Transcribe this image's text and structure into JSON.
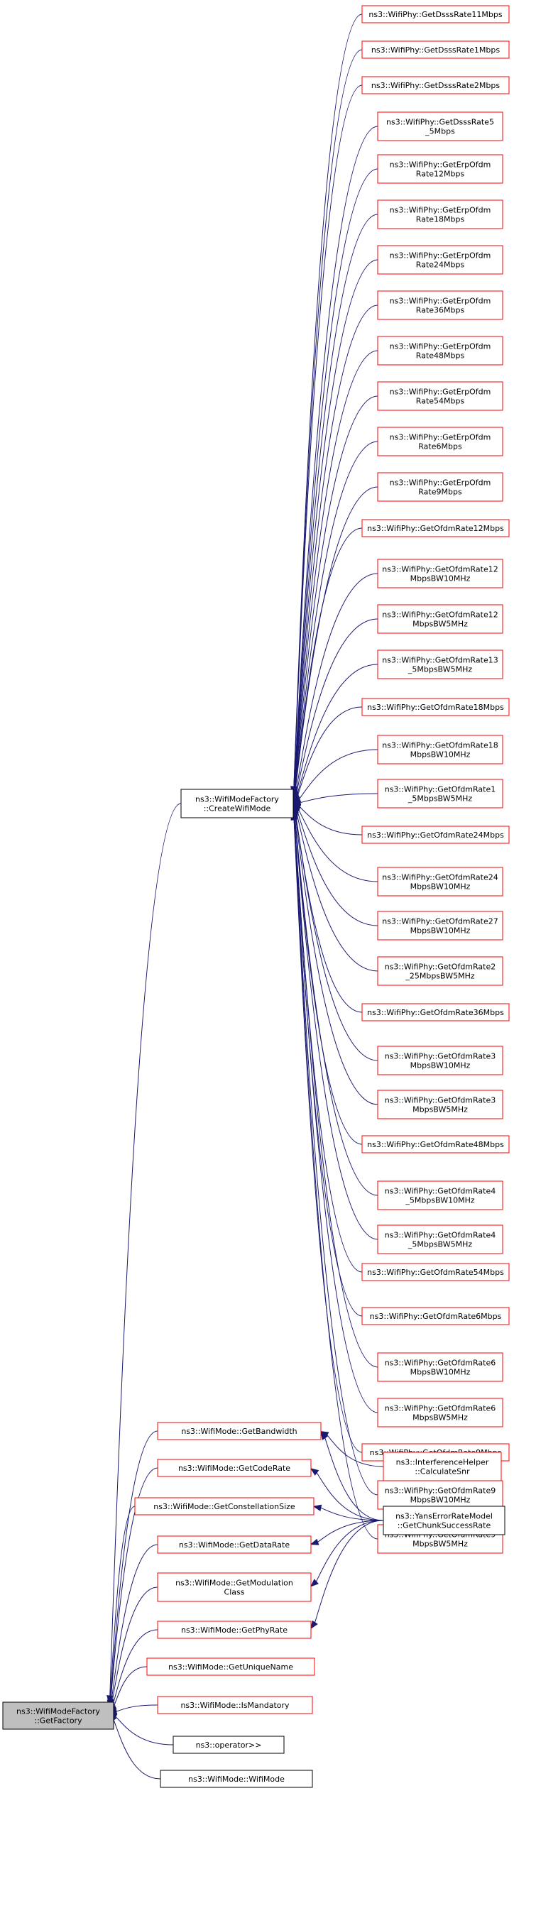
{
  "diagram": {
    "nodes": [
      {
        "id": "create",
        "lines": [
          "ns3::WifiModeFactory",
          "::CreateWifiMode"
        ],
        "style": "black"
      },
      {
        "id": "getfactory",
        "lines": [
          "ns3::WifiModeFactory",
          "::GetFactory"
        ],
        "style": "focus"
      },
      {
        "id": "r1",
        "lines": [
          "ns3::WifiPhy::GetDsssRate11Mbps"
        ],
        "style": "red"
      },
      {
        "id": "r2",
        "lines": [
          "ns3::WifiPhy::GetDsssRate1Mbps"
        ],
        "style": "red"
      },
      {
        "id": "r3",
        "lines": [
          "ns3::WifiPhy::GetDsssRate2Mbps"
        ],
        "style": "red"
      },
      {
        "id": "r4",
        "lines": [
          "ns3::WifiPhy::GetDsssRate5",
          "_5Mbps"
        ],
        "style": "red"
      },
      {
        "id": "r5",
        "lines": [
          "ns3::WifiPhy::GetErpOfdm",
          "Rate12Mbps"
        ],
        "style": "red"
      },
      {
        "id": "r6",
        "lines": [
          "ns3::WifiPhy::GetErpOfdm",
          "Rate18Mbps"
        ],
        "style": "red"
      },
      {
        "id": "r7",
        "lines": [
          "ns3::WifiPhy::GetErpOfdm",
          "Rate24Mbps"
        ],
        "style": "red"
      },
      {
        "id": "r8",
        "lines": [
          "ns3::WifiPhy::GetErpOfdm",
          "Rate36Mbps"
        ],
        "style": "red"
      },
      {
        "id": "r9",
        "lines": [
          "ns3::WifiPhy::GetErpOfdm",
          "Rate48Mbps"
        ],
        "style": "red"
      },
      {
        "id": "r10",
        "lines": [
          "ns3::WifiPhy::GetErpOfdm",
          "Rate54Mbps"
        ],
        "style": "red"
      },
      {
        "id": "r11",
        "lines": [
          "ns3::WifiPhy::GetErpOfdm",
          "Rate6Mbps"
        ],
        "style": "red"
      },
      {
        "id": "r12",
        "lines": [
          "ns3::WifiPhy::GetErpOfdm",
          "Rate9Mbps"
        ],
        "style": "red"
      },
      {
        "id": "r13",
        "lines": [
          "ns3::WifiPhy::GetOfdmRate12Mbps"
        ],
        "style": "red"
      },
      {
        "id": "r14",
        "lines": [
          "ns3::WifiPhy::GetOfdmRate12",
          "MbpsBW10MHz"
        ],
        "style": "red"
      },
      {
        "id": "r15",
        "lines": [
          "ns3::WifiPhy::GetOfdmRate12",
          "MbpsBW5MHz"
        ],
        "style": "red"
      },
      {
        "id": "r16",
        "lines": [
          "ns3::WifiPhy::GetOfdmRate13",
          "_5MbpsBW5MHz"
        ],
        "style": "red"
      },
      {
        "id": "r17",
        "lines": [
          "ns3::WifiPhy::GetOfdmRate18Mbps"
        ],
        "style": "red"
      },
      {
        "id": "r18",
        "lines": [
          "ns3::WifiPhy::GetOfdmRate18",
          "MbpsBW10MHz"
        ],
        "style": "red"
      },
      {
        "id": "r19",
        "lines": [
          "ns3::WifiPhy::GetOfdmRate1",
          "_5MbpsBW5MHz"
        ],
        "style": "red"
      },
      {
        "id": "r20",
        "lines": [
          "ns3::WifiPhy::GetOfdmRate24Mbps"
        ],
        "style": "red"
      },
      {
        "id": "r21",
        "lines": [
          "ns3::WifiPhy::GetOfdmRate24",
          "MbpsBW10MHz"
        ],
        "style": "red"
      },
      {
        "id": "r22",
        "lines": [
          "ns3::WifiPhy::GetOfdmRate27",
          "MbpsBW10MHz"
        ],
        "style": "red"
      },
      {
        "id": "r23",
        "lines": [
          "ns3::WifiPhy::GetOfdmRate2",
          "_25MbpsBW5MHz"
        ],
        "style": "red"
      },
      {
        "id": "r24",
        "lines": [
          "ns3::WifiPhy::GetOfdmRate36Mbps"
        ],
        "style": "red"
      },
      {
        "id": "r25",
        "lines": [
          "ns3::WifiPhy::GetOfdmRate3",
          "MbpsBW10MHz"
        ],
        "style": "red"
      },
      {
        "id": "r26",
        "lines": [
          "ns3::WifiPhy::GetOfdmRate3",
          "MbpsBW5MHz"
        ],
        "style": "red"
      },
      {
        "id": "r27",
        "lines": [
          "ns3::WifiPhy::GetOfdmRate48Mbps"
        ],
        "style": "red"
      },
      {
        "id": "r28",
        "lines": [
          "ns3::WifiPhy::GetOfdmRate4",
          "_5MbpsBW10MHz"
        ],
        "style": "red"
      },
      {
        "id": "r29",
        "lines": [
          "ns3::WifiPhy::GetOfdmRate4",
          "_5MbpsBW5MHz"
        ],
        "style": "red"
      },
      {
        "id": "r30",
        "lines": [
          "ns3::WifiPhy::GetOfdmRate54Mbps"
        ],
        "style": "red"
      },
      {
        "id": "r31",
        "lines": [
          "ns3::WifiPhy::GetOfdmRate6Mbps"
        ],
        "style": "red"
      },
      {
        "id": "r32",
        "lines": [
          "ns3::WifiPhy::GetOfdmRate6",
          "MbpsBW10MHz"
        ],
        "style": "red"
      },
      {
        "id": "r33",
        "lines": [
          "ns3::WifiPhy::GetOfdmRate6",
          "MbpsBW5MHz"
        ],
        "style": "red"
      },
      {
        "id": "r34",
        "lines": [
          "ns3::WifiPhy::GetOfdmRate9Mbps"
        ],
        "style": "red"
      },
      {
        "id": "r35",
        "lines": [
          "ns3::WifiPhy::GetOfdmRate9",
          "MbpsBW10MHz"
        ],
        "style": "red"
      },
      {
        "id": "r36",
        "lines": [
          "ns3::WifiPhy::GetOfdmRate9",
          "MbpsBW5MHz"
        ],
        "style": "red"
      },
      {
        "id": "m_bw",
        "lines": [
          "ns3::WifiMode::GetBandwidth"
        ],
        "style": "red"
      },
      {
        "id": "m_cr",
        "lines": [
          "ns3::WifiMode::GetCodeRate"
        ],
        "style": "red"
      },
      {
        "id": "m_cs",
        "lines": [
          "ns3::WifiMode::GetConstellationSize"
        ],
        "style": "red"
      },
      {
        "id": "m_dr",
        "lines": [
          "ns3::WifiMode::GetDataRate"
        ],
        "style": "red"
      },
      {
        "id": "m_mc",
        "lines": [
          "ns3::WifiMode::GetModulation",
          "Class"
        ],
        "style": "red"
      },
      {
        "id": "m_pr",
        "lines": [
          "ns3::WifiMode::GetPhyRate"
        ],
        "style": "red"
      },
      {
        "id": "m_un",
        "lines": [
          "ns3::WifiMode::GetUniqueName"
        ],
        "style": "red"
      },
      {
        "id": "m_im",
        "lines": [
          "ns3::WifiMode::IsMandatory"
        ],
        "style": "red"
      },
      {
        "id": "m_op",
        "lines": [
          "ns3::operator>>"
        ],
        "style": "black"
      },
      {
        "id": "m_wm",
        "lines": [
          "ns3::WifiMode::WifiMode"
        ],
        "style": "black"
      },
      {
        "id": "ih",
        "lines": [
          "ns3::InterferenceHelper",
          "::CalculateSnr"
        ],
        "style": "red"
      },
      {
        "id": "yans",
        "lines": [
          "ns3::YansErrorRateModel",
          "::GetChunkSuccessRate"
        ],
        "style": "black"
      }
    ],
    "edges": [
      [
        "r1",
        "create"
      ],
      [
        "r2",
        "create"
      ],
      [
        "r3",
        "create"
      ],
      [
        "r4",
        "create"
      ],
      [
        "r5",
        "create"
      ],
      [
        "r6",
        "create"
      ],
      [
        "r7",
        "create"
      ],
      [
        "r8",
        "create"
      ],
      [
        "r9",
        "create"
      ],
      [
        "r10",
        "create"
      ],
      [
        "r11",
        "create"
      ],
      [
        "r12",
        "create"
      ],
      [
        "r13",
        "create"
      ],
      [
        "r14",
        "create"
      ],
      [
        "r15",
        "create"
      ],
      [
        "r16",
        "create"
      ],
      [
        "r17",
        "create"
      ],
      [
        "r18",
        "create"
      ],
      [
        "r19",
        "create"
      ],
      [
        "r20",
        "create"
      ],
      [
        "r21",
        "create"
      ],
      [
        "r22",
        "create"
      ],
      [
        "r23",
        "create"
      ],
      [
        "r24",
        "create"
      ],
      [
        "r25",
        "create"
      ],
      [
        "r26",
        "create"
      ],
      [
        "r27",
        "create"
      ],
      [
        "r28",
        "create"
      ],
      [
        "r29",
        "create"
      ],
      [
        "r30",
        "create"
      ],
      [
        "r31",
        "create"
      ],
      [
        "r32",
        "create"
      ],
      [
        "r33",
        "create"
      ],
      [
        "r34",
        "create"
      ],
      [
        "r35",
        "create"
      ],
      [
        "r36",
        "create"
      ],
      [
        "create",
        "getfactory"
      ],
      [
        "m_bw",
        "getfactory"
      ],
      [
        "m_cr",
        "getfactory"
      ],
      [
        "m_cs",
        "getfactory"
      ],
      [
        "m_dr",
        "getfactory"
      ],
      [
        "m_mc",
        "getfactory"
      ],
      [
        "m_pr",
        "getfactory"
      ],
      [
        "m_un",
        "getfactory"
      ],
      [
        "m_im",
        "getfactory"
      ],
      [
        "m_op",
        "getfactory"
      ],
      [
        "m_wm",
        "getfactory"
      ],
      [
        "ih",
        "m_bw"
      ],
      [
        "yans",
        "m_bw"
      ],
      [
        "yans",
        "m_cr"
      ],
      [
        "yans",
        "m_cs"
      ],
      [
        "yans",
        "m_dr"
      ],
      [
        "yans",
        "m_mc"
      ],
      [
        "yans",
        "m_pr"
      ]
    ]
  }
}
